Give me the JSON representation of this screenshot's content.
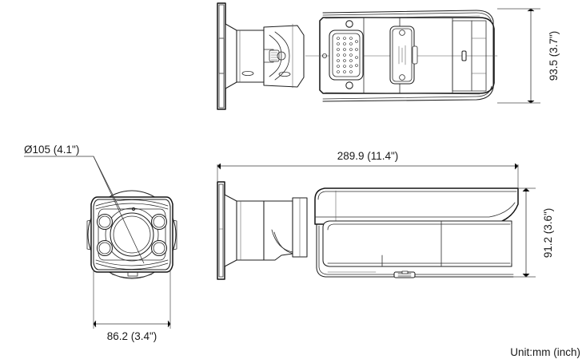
{
  "document": {
    "type": "technical-dimension-drawing",
    "subject": "bullet-network-camera",
    "unit_note": "Unit:mm (inch)"
  },
  "dimensions": {
    "top_view_height": {
      "label": "93.5 (3.7\")",
      "value_mm": 93.5,
      "value_inch": 3.7,
      "orientation": "vertical"
    },
    "front_view_diameter": {
      "label": "Ø105 (4.1\")",
      "value_mm": 105,
      "value_inch": 4.1,
      "orientation": "leader"
    },
    "front_view_width": {
      "label": "86.2 (3.4\")",
      "value_mm": 86.2,
      "value_inch": 3.4,
      "orientation": "horizontal"
    },
    "side_view_length": {
      "label": "289.9 (11.4\")",
      "value_mm": 289.9,
      "value_inch": 11.4,
      "orientation": "horizontal"
    },
    "side_view_height": {
      "label": "91.2 (3.6\")",
      "value_mm": 91.2,
      "value_inch": 3.6,
      "orientation": "vertical"
    }
  },
  "views": {
    "top": {
      "name": "top-view"
    },
    "front": {
      "name": "front-view"
    },
    "side": {
      "name": "side-view"
    }
  },
  "colors": {
    "background": "#ffffff",
    "outline": "#1f1f1f",
    "inner_line": "#2b2b2b",
    "dimension_line": "#3a3a3a",
    "text": "#1a1a1a"
  }
}
